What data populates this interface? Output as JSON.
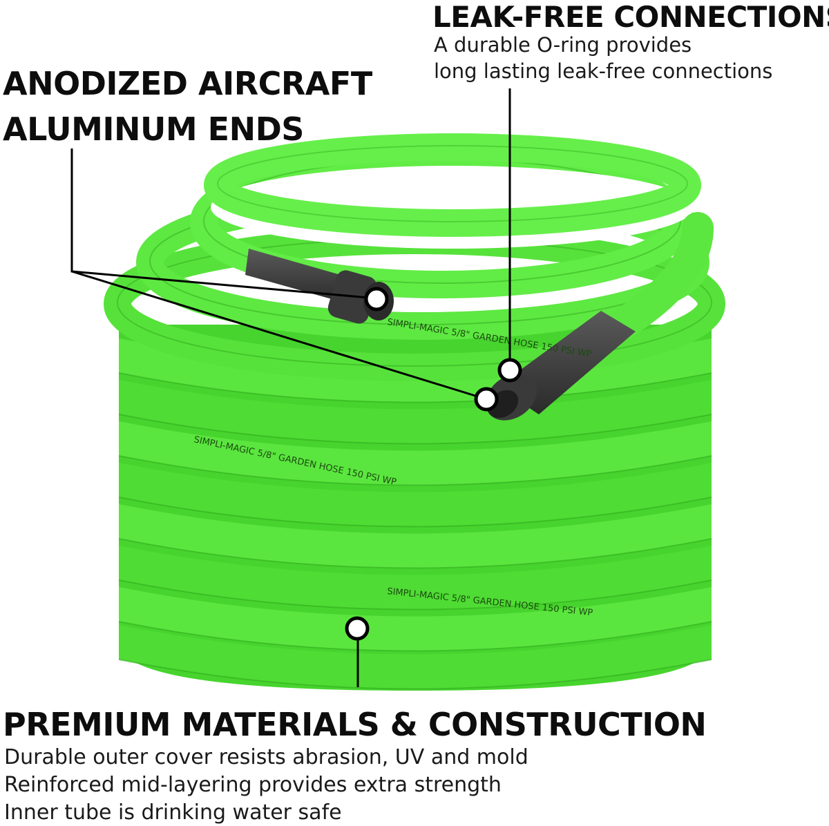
{
  "features": {
    "leak_free": {
      "title": "LEAK-FREE CONNECTIONS",
      "lines": [
        "A durable O-ring provides",
        "long lasting leak-free connections"
      ]
    },
    "anodized": {
      "title_line1": "ANODIZED AIRCRAFT",
      "title_line2": "ALUMINUM ENDS"
    },
    "premium": {
      "title": "PREMIUM MATERIALS & CONSTRUCTION",
      "lines": [
        "Durable outer cover resists abrasion, UV and mold",
        "Reinforced mid-layering provides extra strength",
        "Inner tube is drinking water safe"
      ]
    }
  },
  "hose_print": {
    "brand": "SIMPLI-MAGIC",
    "spec": "5/8\"  GARDEN HOSE  150 PSI WP"
  },
  "colors": {
    "hose_green": "#55e43a",
    "hose_shadow": "#2fa71d",
    "fitting": "#3c3c3c",
    "callout": "#000000"
  }
}
